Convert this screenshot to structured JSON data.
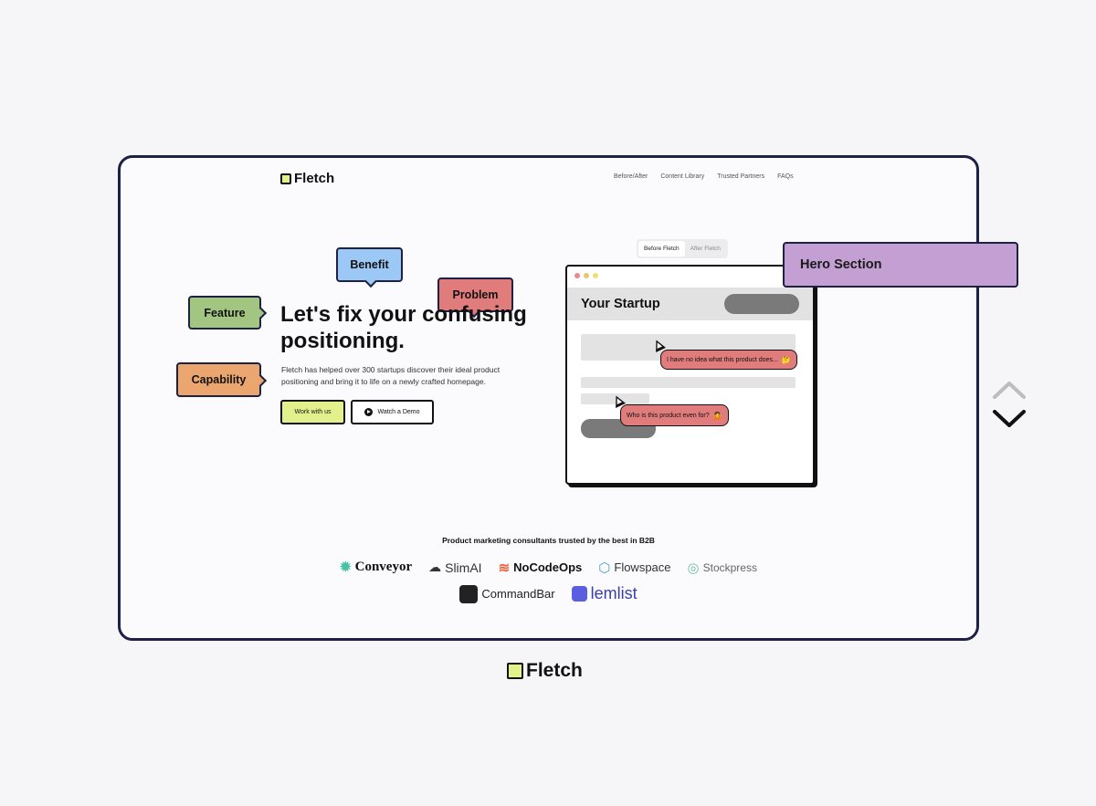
{
  "site": {
    "logo_text": "Fletch",
    "nav": [
      "Before/After",
      "Content Library",
      "Trusted Partners",
      "FAQs"
    ],
    "headline": "Let's fix your confusing positioning.",
    "subtext": "Fletch has helped over 300 startups discover their ideal product positioning and bring it to life on a newly crafted homepage.",
    "primary_button": "Work with us",
    "secondary_button": "Watch a Demo",
    "toggle": [
      "Before Fletch",
      "After Fletch"
    ],
    "toggle_selected": "Before Fletch"
  },
  "annotations": {
    "benefit": "Benefit",
    "problem": "Problem",
    "feature": "Feature",
    "capability": "Capability"
  },
  "mockup": {
    "title": "Your Startup",
    "quote1": "I have no idea what this product does...",
    "quote1_emoji": "🤔",
    "quote2": "Who is this product even for?",
    "quote2_emoji": "🤷"
  },
  "trusted": {
    "heading": "Product marketing consultants trusted by the best in B2B",
    "logos_row1": [
      "Conveyor",
      "SlimAI",
      "NoCodeOps",
      "Flowspace",
      "Stockpress"
    ],
    "logos_row2": [
      "CommandBar",
      "lemlist"
    ]
  },
  "section_label": "Hero Section",
  "footer_logo": "Fletch",
  "colors": {
    "frame_border": "#1d2145",
    "brand_lime": "#e3f18d",
    "benefit": "#9bc8f4",
    "problem": "#e07c7c",
    "feature": "#a3c582",
    "capability": "#eba56e",
    "section_label": "#c39fd3"
  }
}
